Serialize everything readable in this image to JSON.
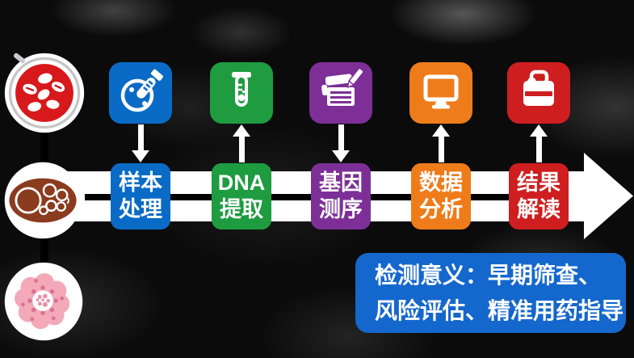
{
  "flow": {
    "band_color": "#ffffff",
    "center_line_color": "#000000",
    "direction": "left-to-right"
  },
  "samples": {
    "items": [
      {
        "name": "blood-petri-dish",
        "main_color": "#D7191C"
      },
      {
        "name": "tissue-sample",
        "main_color": "#8B3B1E"
      },
      {
        "name": "tumor-cell",
        "main_color": "#F3A9B7"
      }
    ]
  },
  "steps": [
    {
      "line1": "样本",
      "line2": "处理",
      "color": "#0A6BC6",
      "icon": "specimen-dish-icon",
      "arrow_direction": "down"
    },
    {
      "line1": "DNA",
      "line2": "提取",
      "color": "#1E9C3F",
      "icon": "test-tube-icon",
      "arrow_direction": "up"
    },
    {
      "line1": "基因",
      "line2": "测序",
      "color": "#7D2F97",
      "icon": "sequencer-icon",
      "arrow_direction": "down"
    },
    {
      "line1": "数据",
      "line2": "分析",
      "color": "#EE7C1B",
      "icon": "computer-icon",
      "arrow_direction": "up"
    },
    {
      "line1": "结果",
      "line2": "解读",
      "color": "#CE1E1F",
      "icon": "report-case-icon",
      "arrow_direction": "up"
    }
  ],
  "note": {
    "line1": "检测意义：早期筛查、",
    "line2": "风险评估、精准用药指导",
    "color": "#1467CD"
  }
}
